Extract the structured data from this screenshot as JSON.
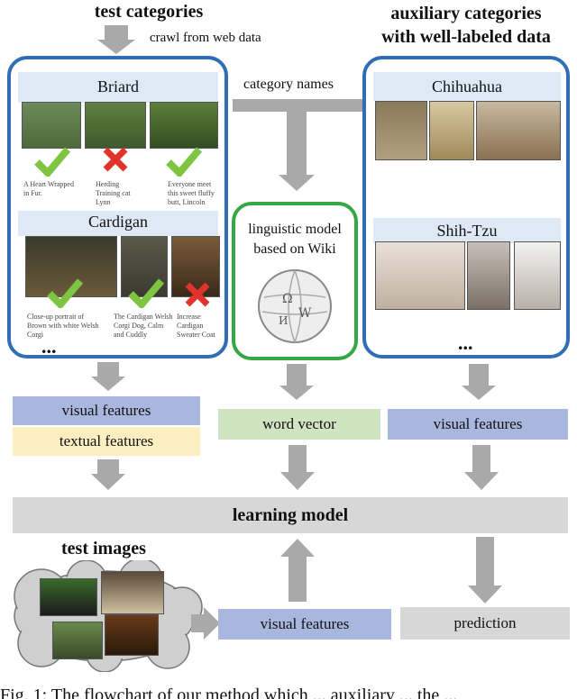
{
  "title_left": "test categories",
  "crawl_label": "crawl from web data",
  "title_right_line1": "auxiliary categories",
  "title_right_line2": "with well-labeled data",
  "category_names_label": "category names",
  "test_cats": [
    {
      "name": "Briard",
      "captions": [
        "A Heart Wrapped in Fur.",
        "Herding Training cat Lynn",
        "Everyone meet this sweet fluffy butt, Lincoln"
      ]
    },
    {
      "name": "Cardigan",
      "captions": [
        "Close-up portrait of Brown with white Welsh Corgi",
        "The Cardigan Welsh Corgi Dog, Calm and Cuddly",
        "Increase Cardigan Sweater Coat"
      ]
    }
  ],
  "ellipsis": "...",
  "aux_cats": [
    "Chihuahua",
    "Shih-Tzu"
  ],
  "ling_model_line1": "linguistic model",
  "ling_model_line2": "based on Wiki",
  "boxes": {
    "visual_features_left": "visual features",
    "textual_features": "textual features",
    "word_vector": "word vector",
    "visual_features_right": "visual features",
    "learning_model": "learning model",
    "test_images": "test images",
    "visual_features_bottom": "visual features",
    "prediction": "prediction"
  },
  "caption": "Fig. 1: The flowchart of our method which ... auxiliary ... the ..."
}
